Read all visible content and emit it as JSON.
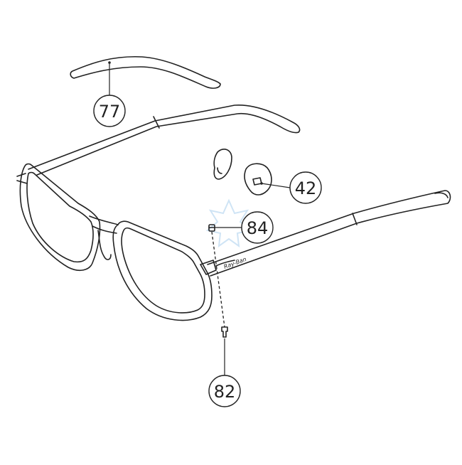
{
  "diagram": {
    "parts": [
      {
        "number": "77",
        "part": "temple-tip"
      },
      {
        "number": "42",
        "part": "nose-pad"
      },
      {
        "number": "84",
        "part": "hinge-screw-top"
      },
      {
        "number": "82",
        "part": "hinge-screw-bottom"
      }
    ],
    "brand_mark": "Ray-Ban",
    "colors": {
      "line": "#222222",
      "background": "#ffffff",
      "watermark": "#cfe4f5"
    }
  }
}
